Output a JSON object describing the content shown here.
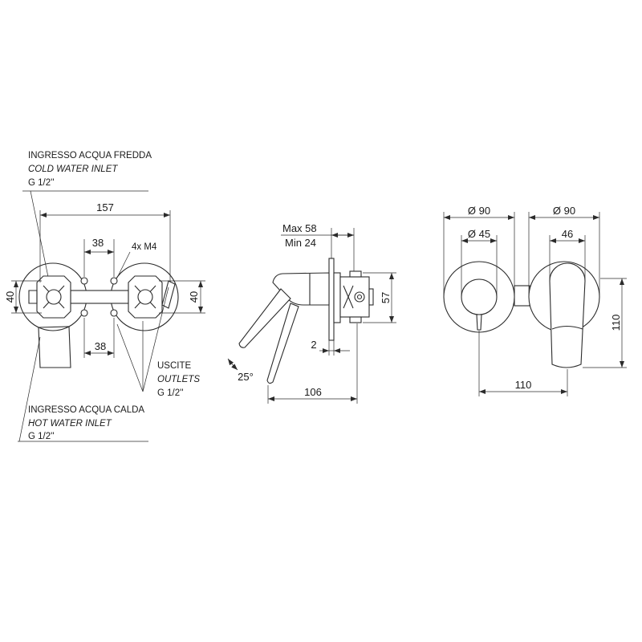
{
  "front_view": {
    "cold_inlet": {
      "label_it": "INGRESSO ACQUA FREDDA",
      "label_en": "COLD WATER INLET",
      "thread": "G 1/2''"
    },
    "overall_width": "157",
    "top_spacing": "38",
    "screws": "4x M4",
    "left_height": "40",
    "right_height": "40",
    "bottom_spacing": "38",
    "outlets": {
      "label_it": "USCITE",
      "label_en": "OUTLETS",
      "thread": "G 1/2''"
    },
    "hot_inlet": {
      "label_it": "INGRESSO ACQUA CALDA",
      "label_en": "HOT WATER INLET",
      "thread": "G 1/2''"
    }
  },
  "side_view": {
    "depth_max": "Max 58",
    "depth_min": "Min 24",
    "body_height": "57",
    "plate_thickness": "2",
    "lever_angle": "25°",
    "total_depth": "106"
  },
  "trim_view": {
    "left_plate_diameter": "Ø 90",
    "knob_diameter": "Ø 45",
    "right_plate_diameter": "Ø 90",
    "lever_width": "46",
    "lever_height": "110",
    "axis_distance": "110"
  },
  "colors": {
    "line": "#2b2b2b",
    "background": "#ffffff"
  }
}
